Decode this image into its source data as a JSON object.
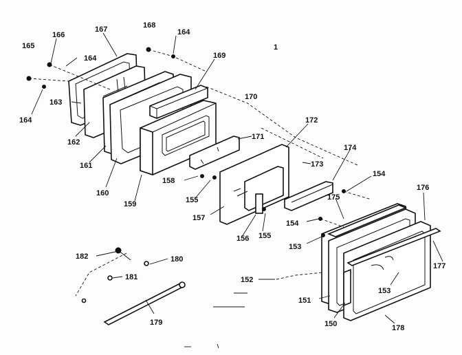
{
  "diagram": {
    "callouts": [
      "165",
      "166",
      "167",
      "168",
      "164",
      "164",
      "169",
      "170",
      "163",
      "164",
      "162",
      "161",
      "160",
      "159",
      "158",
      "171",
      "172",
      "173",
      "174",
      "154",
      "175",
      "176",
      "155",
      "157",
      "156",
      "155",
      "154",
      "153",
      "177",
      "182",
      "180",
      "181",
      "179",
      "152",
      "153",
      "151",
      "150",
      "178"
    ],
    "mark": "1"
  }
}
